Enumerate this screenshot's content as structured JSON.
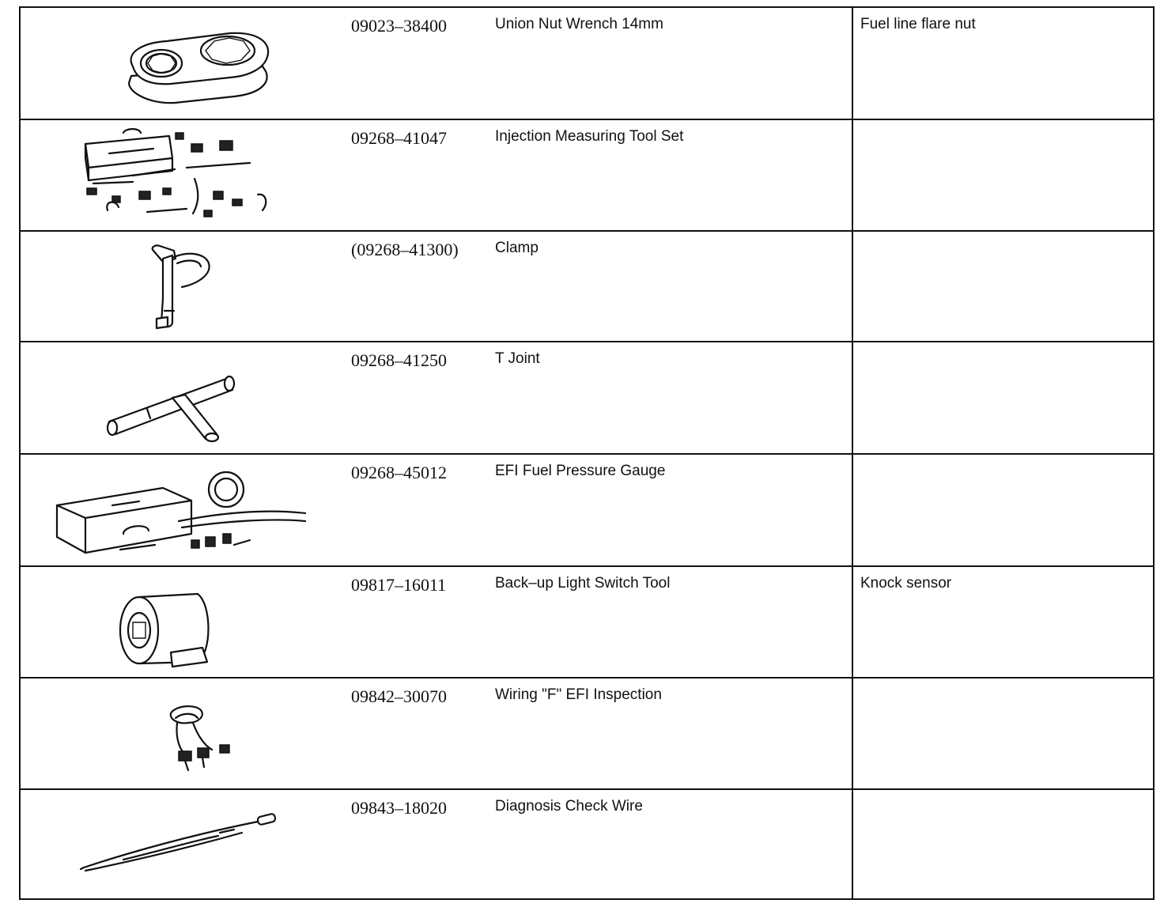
{
  "tools": [
    {
      "part_no": "09023–38400",
      "name": "Union Nut Wrench 14mm",
      "note": "Fuel line flare nut",
      "illustration": "union-nut-wrench"
    },
    {
      "part_no": "09268–41047",
      "name": "Injection Measuring Tool Set",
      "note": "",
      "illustration": "injection-measuring-tool-set"
    },
    {
      "part_no": "(09268–41300)",
      "name": "Clamp",
      "note": "",
      "illustration": "clamp"
    },
    {
      "part_no": "09268–41250",
      "name": "T Joint",
      "note": "",
      "illustration": "t-joint"
    },
    {
      "part_no": "09268–45012",
      "name": "EFI Fuel Pressure Gauge",
      "note": "",
      "illustration": "fuel-pressure-gauge-kit"
    },
    {
      "part_no": "09817–16011",
      "name": "Back–up Light Switch Tool",
      "note": "Knock sensor",
      "illustration": "light-switch-socket"
    },
    {
      "part_no": "09842–30070",
      "name": "Wiring \"F\" EFI Inspection",
      "note": "",
      "illustration": "inspection-wiring"
    },
    {
      "part_no": "09843–18020",
      "name": "Diagnosis Check Wire",
      "note": "",
      "illustration": "check-wire"
    }
  ]
}
